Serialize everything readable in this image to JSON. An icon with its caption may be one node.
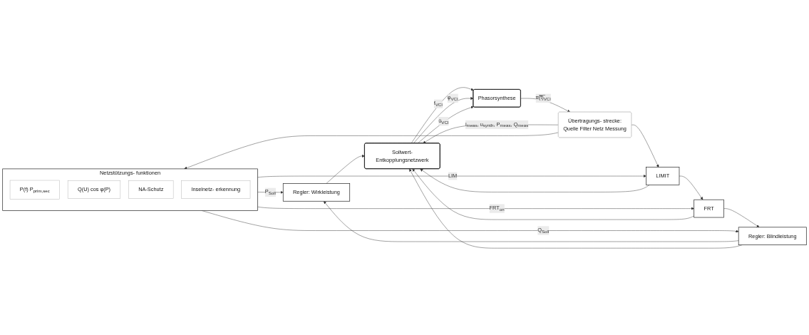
{
  "diagram": {
    "nodes": [
      {
        "text": [
          "Netzstützungs- funktionen"
        ]
      },
      {
        "text": [
          "P(f) P$_{prim,sec}$"
        ],
        "in": 0
      },
      {
        "text": [
          "Q(U) cos φ(P)"
        ],
        "in": 0
      },
      {
        "text": [
          "NA-Schutz"
        ],
        "in": 0
      },
      {
        "text": [
          "Inselnetz- erkennung"
        ],
        "in": 0
      },
      {
        "text": [
          "Regler: Wirkleistung"
        ]
      },
      {
        "text": [
          "Regler: Blindleistung"
        ]
      },
      {
        "text": [
          "FRT"
        ]
      },
      {
        "text": [
          "LIMIT"
        ]
      },
      {
        "text": [
          "Sollwert-Entkopplungsnetzwerk"
        ]
      },
      {
        "text": [
          "Phasorsynthese"
        ]
      },
      {
        "text": [
          "Übertragungs- strecke:",
          "Quelle Filter Netz Messung"
        ]
      }
    ],
    "edges": [
      {
        "from": 0,
        "to": 5,
        "arrow": "to",
        "label": "P$_{Soll}$"
      },
      {
        "from": 0,
        "to": 6,
        "arrow": "to",
        "label": "Q$_{Soll}$"
      },
      {
        "from": 0,
        "to": 7,
        "arrow": "to",
        "label": "FRT$_{on}$"
      },
      {
        "from": 0,
        "to": 8,
        "arrow": "to",
        "label": "LIM"
      },
      {
        "from": 8,
        "to": 7,
        "arrow": "to"
      },
      {
        "from": 7,
        "to": 6,
        "arrow": "to"
      },
      {
        "from": 6,
        "to": 5,
        "arrow": "to"
      },
      {
        "from": 5,
        "to": 9,
        "arrow": "to"
      },
      {
        "from": 6,
        "to": 9,
        "arrow": "to"
      },
      {
        "from": 7,
        "to": 9,
        "arrow": "to"
      },
      {
        "from": 8,
        "to": 9,
        "arrow": "to"
      },
      {
        "from": 9,
        "to": 10,
        "arrow": "to",
        "label": "f$_{VCI}$"
      },
      {
        "from": 9,
        "to": 10,
        "arrow": "to",
        "label": "φ$_{VCI}$"
      },
      {
        "from": 9,
        "to": 10,
        "arrow": "to",
        "label": "û$_{VCI}$"
      },
      {
        "from": 10,
        "to": 11,
        "arrow": "to",
        "label": "u̅(̅t̅)̅$_{VCI}$"
      },
      {
        "from": 11,
        "to": 9,
        "arrow": "to",
        "label": "i$_{meas}$, u$_{synth}$, P$_{meas}$, Q$_{meas}$"
      },
      {
        "from": 11,
        "to": 8,
        "arrow": "to"
      },
      {
        "from": 11,
        "to": 0,
        "arrow": "to"
      }
    ]
  }
}
